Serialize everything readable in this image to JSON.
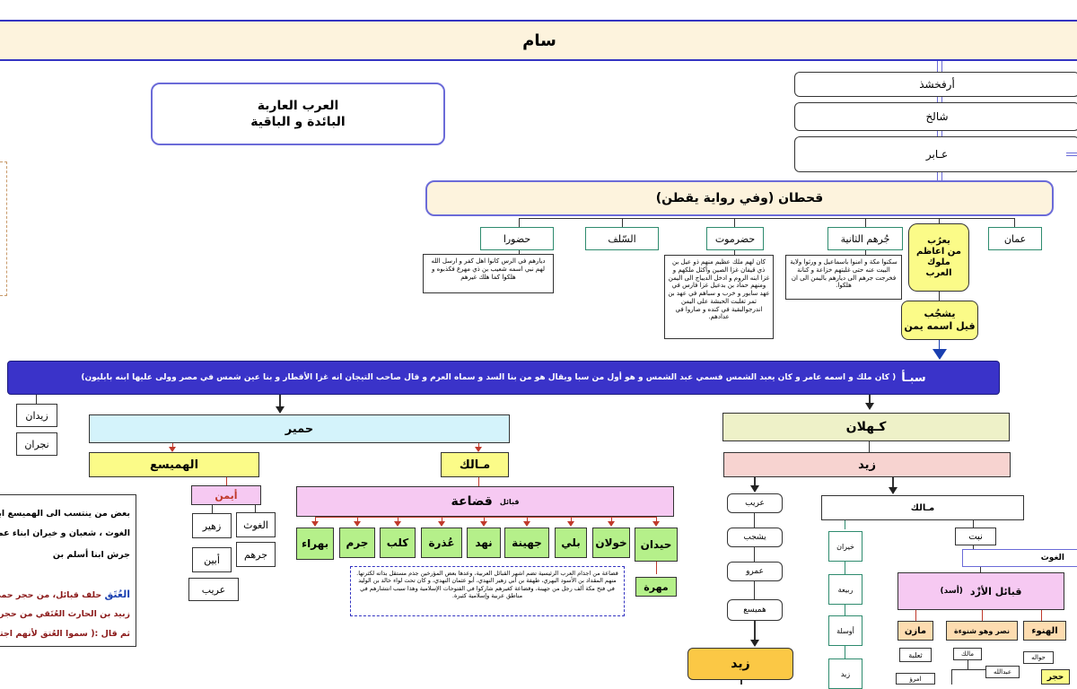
{
  "header": {
    "title": "سام"
  },
  "title_box": {
    "line1": "العرب العاربة",
    "line2": "البائدة و الباقية"
  },
  "lineage": [
    "أرفخشذ",
    "شالخ",
    "عـابر"
  ],
  "qahtan": "قحطان (وفي رواية يقطن)",
  "qahtan_children": {
    "oman": "عمان",
    "yarub_lines": [
      "يعرُب",
      "من اعاظم",
      "ملوك",
      "العرب"
    ],
    "jurhum": "جُرهم الثانية",
    "hadramout": "حضرموت",
    "salaf": "السّلف",
    "hadura": "حضورا"
  },
  "notes": {
    "jurhum": "سكنوا مكة و امنوا باسماعيل و ورثوا ولاية البيت عنه حتى غلبتهم خزاعة و كنانة فخرجت جرهم الى ديارهم باليمن الى ان هلكوا.",
    "hadramout": "كان لهم ملك عظيم منهم ذو عيل بن ذي قيفان غزا الصين وأكثل ملكهم و غزا ابنه الروم و ادخل الديباج الى اليمن ومنهم حماد بن بدعيل غزا فارس في عهد سابور و خرب و سباهم في عهد بن تمر تغلبت الحبشة على اليمن اندرجوالبقية في كنده و صاروا في عدادهم.",
    "hadura": "ديارهم في الرس كانوا اهل كفر و ارسل الله لهم نبي اسمه شعيب بن ذي مهرع فكذبوه و هلكوا كما هلك غيرهم",
    "quda": "قضاعة من اجذام العرب الرئيسية تضم اشهر القبائل العربية، وعدها بعض المؤرخين جذم مستقل بذاته لكثرتها. منهم المقداد بن الأسود البهري، طهفة بن أبي زهير النهدي، أبو عثمان النهدي، و كان تحت لواء خالد بن الوليد في فتح مكة ألف رجل من جهينة، وقضاعة كغيرهم شاركوا في الفتوحات الإسلامية وهذا سبب انتشارهم في مناطق عربية وإسلامية كثيرة."
  },
  "yashjub": {
    "line1": "يشجُب",
    "line2": "قيل اسمه يمن"
  },
  "saba": {
    "name": "سبـأ",
    "desc": "( كان ملك و اسمه عامر و كان يعبد الشمس فسمي عبد الشمس و هو أول من سبا ويقال هو من بنا السد و سماه العرم و قال صاحب التيجان انه غزا الأقطار و  بنا عين شمس في مصر وولى عليها ابنه بابليون)"
  },
  "left_sons": [
    "زيدان",
    "نجران"
  ],
  "himyar": {
    "name": "حمير",
    "hamaysa": "الهميسع",
    "ayman": "أيمن",
    "ayman_sons": [
      "زهير",
      "الغوث",
      "أبين",
      "جرهم",
      "عريب"
    ],
    "malik": "مـالك",
    "quda_label": "قبائل",
    "quda": "قضاعة",
    "tribes": [
      "حيدان",
      "خولان",
      "بلي",
      "جهينة",
      "نهد",
      "عُذرة",
      "كلب",
      "جرم",
      "بهراء"
    ],
    "mahra": "مهرة"
  },
  "side_text": {
    "line1": "بعض من ينتسب الى الهميسع ابن",
    "line2": "الغوث ، شعبان و خيران ابناء عمرو",
    "line3": "جرش ابنا أسلم بن",
    "atq_title": "العُتَق",
    "atq_rest": "حلف قبائل، من حجر حمي",
    "atq_line2": "زبيد بن الحارث العُتَقي من حجر حم",
    "atq_line3": "ثم قال :( سموا العُتق لأنهم اجتمعوا"
  },
  "kahlan": {
    "name": "كـهلان",
    "zayd": "زيد",
    "left_chain": [
      "عريب",
      "يشجب",
      "عمرو",
      "هميسع"
    ],
    "zayd2": "زيد",
    "malik": "مـالك",
    "nabt": "نبت",
    "ghawth": "الغوث",
    "malik_sons": [
      "خيران",
      "ربيعة",
      "أوسلة",
      "زيد"
    ],
    "azd_label": "قبائل الأزْد",
    "azd_name": "(أسد)",
    "azd_sons": [
      "مازن",
      "نصر وهو شنوءة",
      "الهنوء"
    ],
    "small": [
      "ثعلبة",
      "مالك",
      "عبدالله",
      "حواله",
      "حجر",
      "امرؤ"
    ]
  },
  "colors": {
    "accent_blue": "#3434c2",
    "saba_bar": "#3a33c9",
    "wide_border": "#6b6bd8",
    "tribe_green": "#b5f08a",
    "pink": "#f6c9f2",
    "yellow": "#fbfb88",
    "light_cyan": "#d4f3fb",
    "kahlan_green": "#eef1c8",
    "zayd_pink": "#f7d3d0",
    "gold": "#fbc845"
  }
}
